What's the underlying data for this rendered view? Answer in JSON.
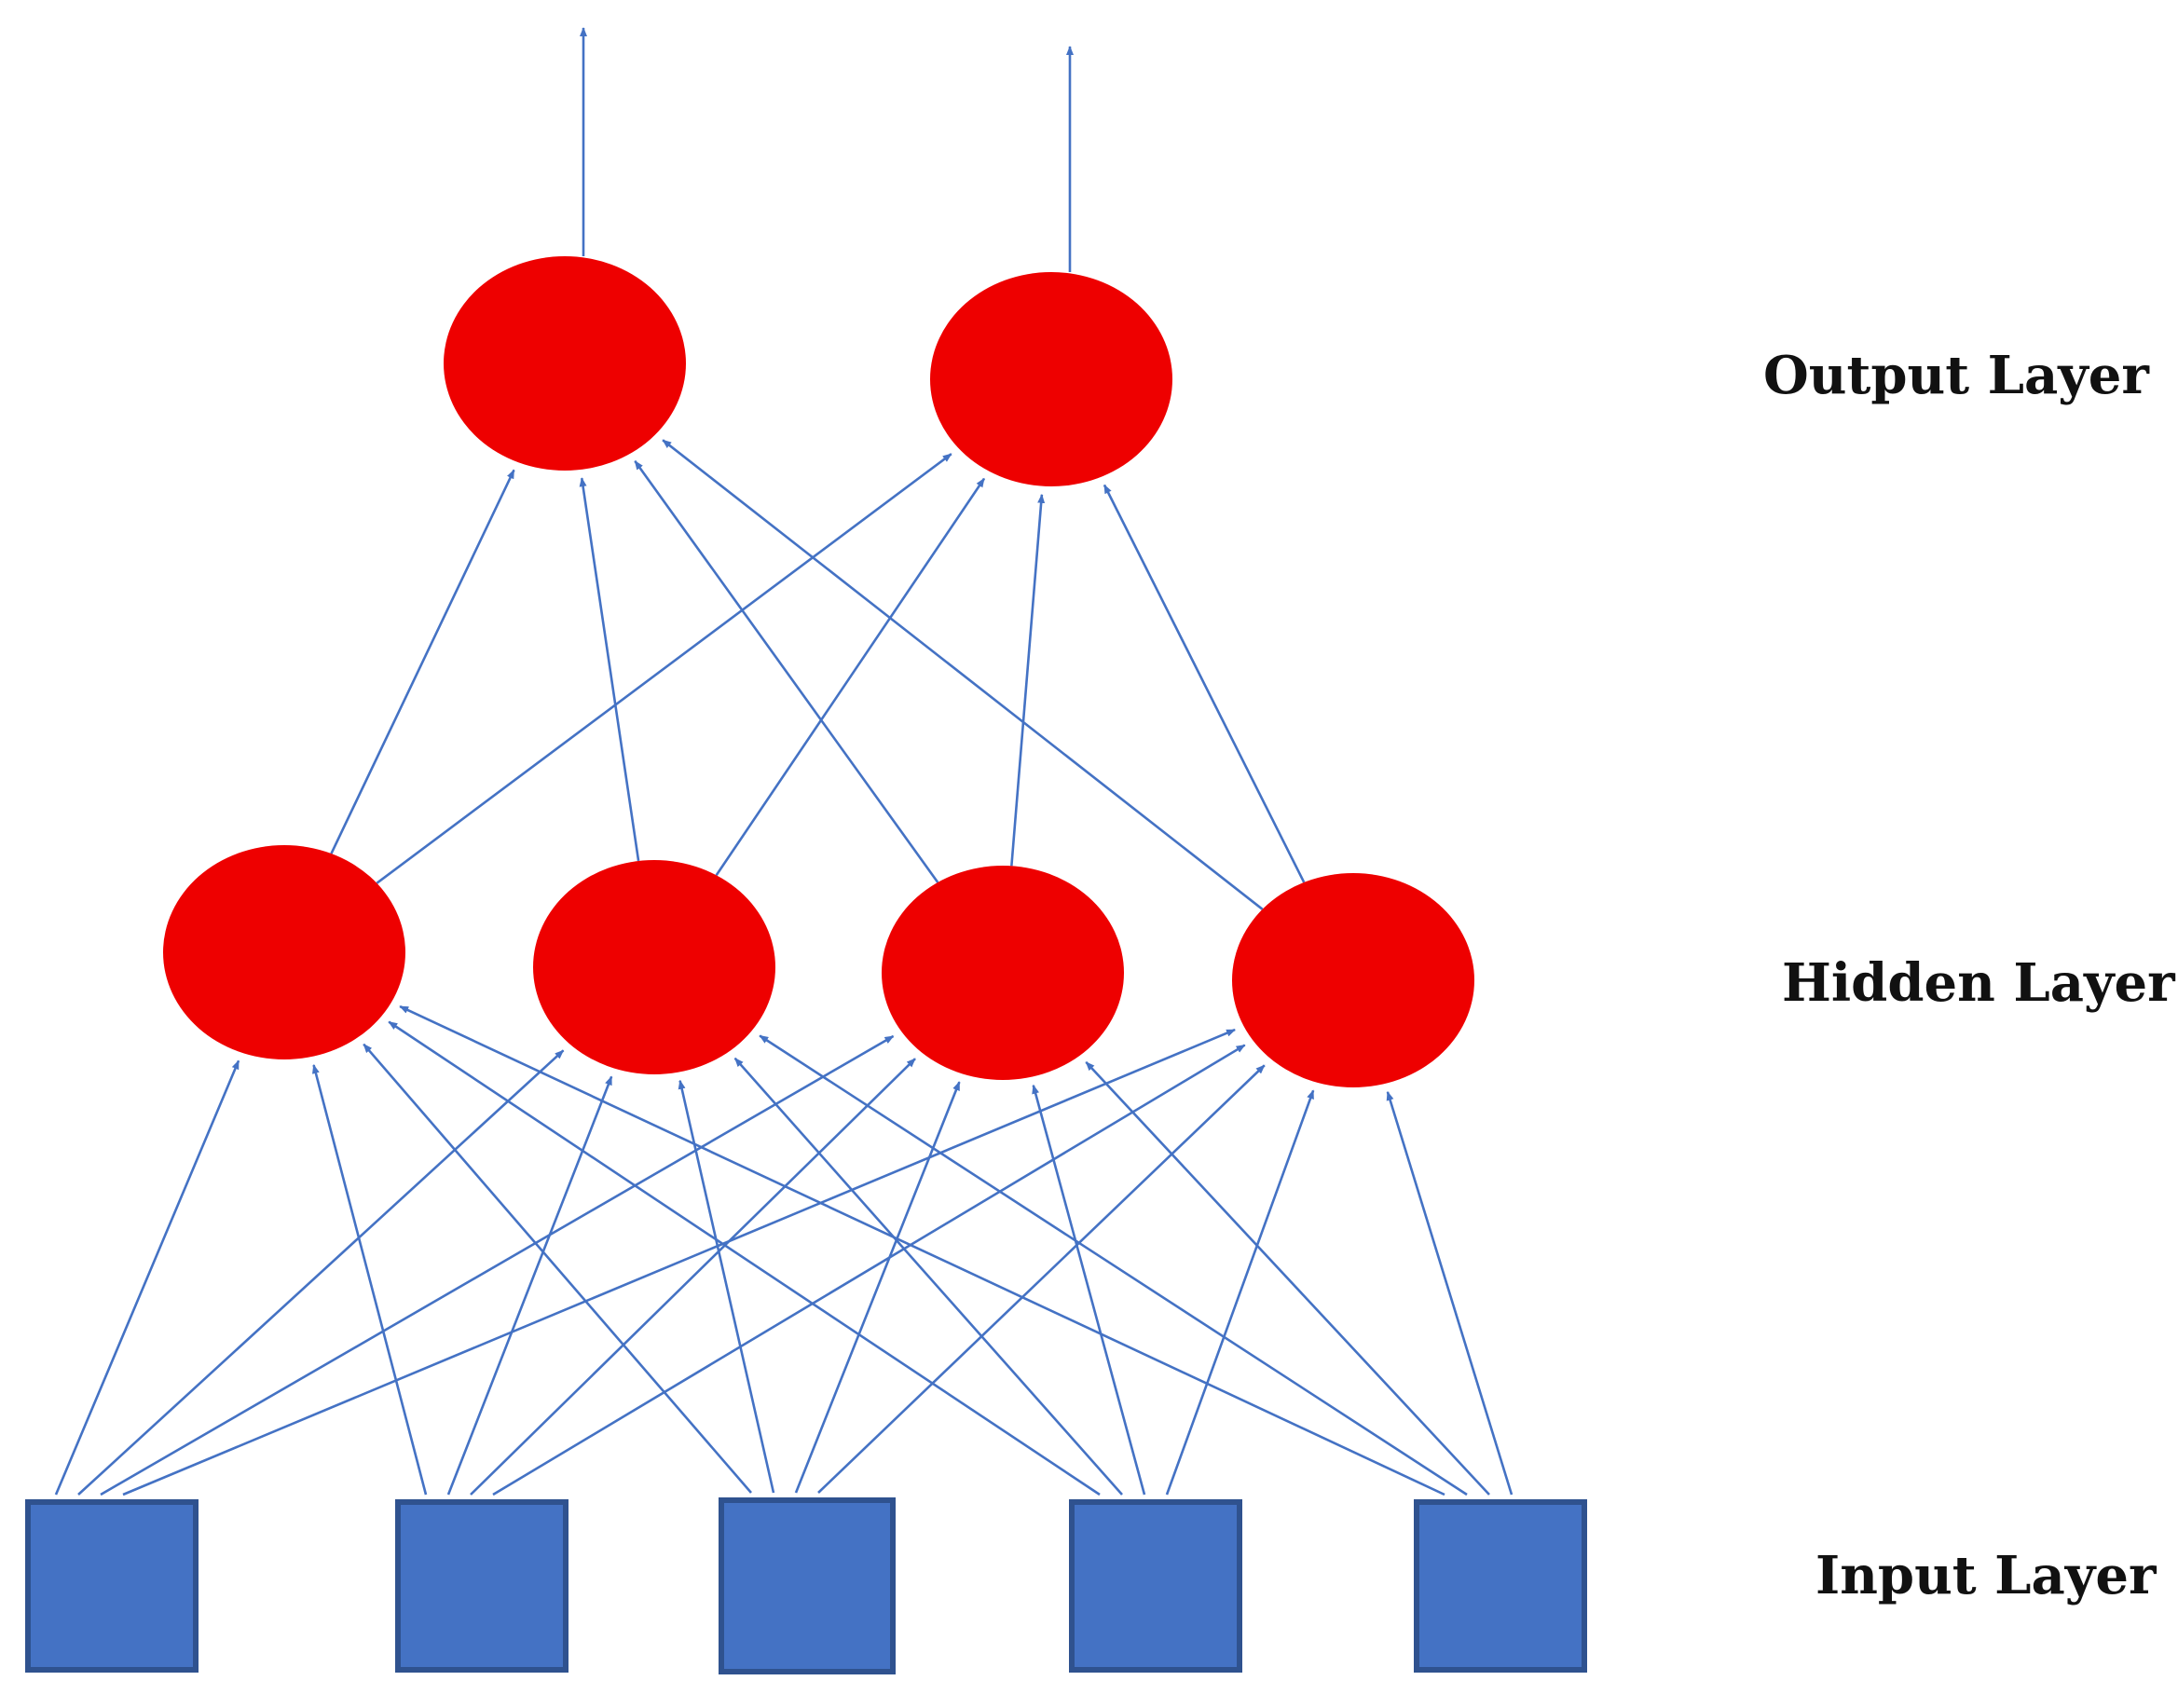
{
  "labels": {
    "output": "Output Layer",
    "hidden": "Hidden Layer",
    "input": "Input Layer"
  },
  "colors": {
    "neuron": "#ee0000",
    "input_node": "#4472c4",
    "input_border": "#2f528f",
    "connection": "#4472c4"
  },
  "network": {
    "input_count": 5,
    "hidden_count": 4,
    "output_count": 2,
    "input_to_hidden": "fully-connected",
    "hidden_to_output": "fully-connected",
    "outputs_have_arrows": true
  }
}
